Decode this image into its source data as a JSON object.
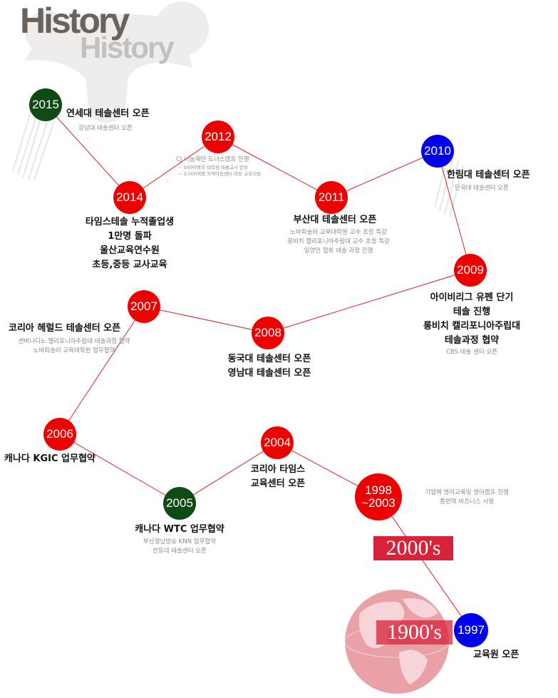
{
  "logo": {
    "main": "History",
    "shadow": "History"
  },
  "colors": {
    "red": "#ee0000",
    "green": "#0e4a16",
    "blue": "#0000ee",
    "line": "#e02020",
    "era_bg": "#d8223a"
  },
  "events": [
    {
      "id": "2015",
      "year": [
        "2015"
      ],
      "title": [
        "연세대 테솔센터 오픈"
      ],
      "details": [
        "강남대 테솔센터 오픈"
      ]
    },
    {
      "id": "2012",
      "year": [
        "2012"
      ],
      "title": [],
      "details": [
        "CJ 나눔재단 도너스캠프 진행"
      ],
      "notes": [
        "~ 500여명의 대학생 테솔교사 양성",
        "~ 3,000여명 지역아동센터 아동 교육지원"
      ]
    },
    {
      "id": "2010",
      "year": [
        "2010"
      ],
      "title": [
        "한림대 테솔센터 오픈"
      ],
      "details": [
        "단국대 테솔센터 오픈"
      ]
    },
    {
      "id": "2014",
      "year": [
        "2014"
      ],
      "title": [
        "타임스테솔 누적졸업생",
        "1만명 돌파",
        "울산교육연수원",
        "초등,중등 교사교육"
      ],
      "details": []
    },
    {
      "id": "2011",
      "year": [
        "2011"
      ],
      "title": [
        "부산대 테솔센터 오픈"
      ],
      "details": [
        "노바피슬러 교육대학원 교수 초청 특강",
        "롱비치 캘리포니아주립대 교수 초청 특강",
        "일양인 협회 테솔 과정 진행"
      ]
    },
    {
      "id": "2009",
      "year": [
        "2009"
      ],
      "title": [
        "아이비리그 유펜 단기",
        "테솔 진행",
        "롱비치 캘리포니아주립대",
        "테솔과정 협약"
      ],
      "details": [
        "CBS 테솔 센터 오픈"
      ]
    },
    {
      "id": "2007",
      "year": [
        "2007"
      ],
      "title": [
        "코리아 헤럴드 테솔센터 오픈"
      ],
      "details": [
        "샌버나디노 캘리포니아주립대 테솔과정 협약",
        "노바피슬러 교육대학원 업무협약"
      ]
    },
    {
      "id": "2008",
      "year": [
        "2008"
      ],
      "title": [
        "동국대 테솔센터 오픈",
        "영남대 테솔센터 오픈"
      ],
      "details": []
    },
    {
      "id": "2006",
      "year": [
        "2006"
      ],
      "title": [
        "캐나다 KGIC 업무협약"
      ],
      "details": []
    },
    {
      "id": "2004",
      "year": [
        "2004"
      ],
      "title": [
        "코리아 타임스",
        "교육센터 오픈"
      ],
      "details": []
    },
    {
      "id": "2005",
      "year": [
        "2005"
      ],
      "title": [
        "캐나다 WTC 업무협약"
      ],
      "details": [
        "부산경남방송 KNN 업무협약",
        "한동대 테솔센터 오픈"
      ]
    },
    {
      "id": "1998",
      "year": [
        "1998",
        "~2003"
      ],
      "title": [],
      "details": [
        "기업체 영어교육및 영어캠프 진행",
        "통번역 비즈니스 시행"
      ]
    },
    {
      "id": "1997",
      "year": [
        "1997"
      ],
      "title": [
        "교육원 오픈"
      ],
      "details": []
    }
  ],
  "eras": {
    "e2000": "2000's",
    "e1900": "1900's"
  }
}
